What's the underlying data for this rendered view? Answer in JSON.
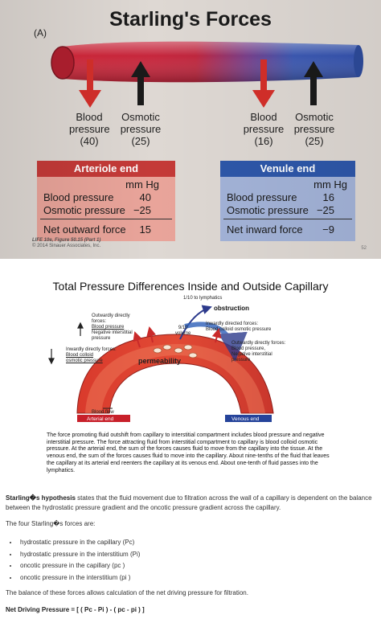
{
  "slide": {
    "title": "Starling's Forces",
    "panel": "(A)",
    "left_labels": {
      "blood": [
        "Blood",
        "pressure",
        "(40)"
      ],
      "osmotic": [
        "Osmotic",
        "pressure",
        "(25)"
      ]
    },
    "right_labels": {
      "blood": [
        "Blood",
        "pressure",
        "(16)"
      ],
      "osmotic": [
        "Osmotic",
        "pressure",
        "(25)"
      ]
    },
    "arteriole": {
      "header": "Arteriole end",
      "unit": "mm Hg",
      "rows": [
        {
          "label": "Blood pressure",
          "value": "40"
        },
        {
          "label": "Osmotic pressure",
          "value": "−25"
        }
      ],
      "net_label": "Net outward force",
      "net_value": "15",
      "color": "#e9a49a",
      "header_color": "#c43a38"
    },
    "venule": {
      "header": "Venule end",
      "unit": "mm Hg",
      "rows": [
        {
          "label": "Blood pressure",
          "value": "16"
        },
        {
          "label": "Osmotic pressure",
          "value": "−25"
        }
      ],
      "net_label": "Net inward force",
      "net_value": "−9",
      "color": "#a3b3d8",
      "header_color": "#2e57a9"
    },
    "figure_caption_1": "LIFE 10e, Figure 50.15 (Part 1)",
    "figure_caption_2": "© 2014 Sinauer Associates, Inc.",
    "page_number": "52"
  },
  "diagram": {
    "title": "Total Pressure Differences Inside and Outside Capillary",
    "lymph_label": "1/10 to lymphatics",
    "obstruction": "obstruction",
    "outward_left": [
      "Outwardly directly",
      "forces:",
      "Blood pressure",
      "Negative interstitial",
      "pressure"
    ],
    "inward_left": [
      "Inwardly directly forces:",
      "Blood colloid",
      "osmotic pressure"
    ],
    "nine_tenths": [
      "9/10",
      "volume"
    ],
    "inward_top": [
      "Inwardly directed forces:",
      "Blood colloid osmotic pressure"
    ],
    "outward_right": [
      "Outwardly directly forces:",
      "Blood pressure,",
      "Negative interstitial",
      "pressure"
    ],
    "permeability": "permeability",
    "blood_flow": "Blood flow",
    "arterial_end": "Arterial end",
    "venous_end": "Venous end",
    "caption": "The force promoting fluid outshift from capillary to interstitial compartment includes blood pressure and negative interstitial pressure. The force attracting fluid from interstitial compartment to capillary is blood colloid osmotic pressure. At the arterial end, the sum of the forces causes fluid to move from the capillary into the tissue. At the venous end, the sum of the forces causes fluid to move into the capillary. About nine-tenths of the fluid that leaves the capillary at its arterial end reenters the capillary at its venous end. About one-tenth of fluid passes into the lymphatics."
  },
  "text": {
    "hypothesis_bold": "Starling�s hypothesis",
    "hypothesis_rest": " states that the fluid movement due to filtration across the wall of a capillary is dependent on the balance between the hydrostatic pressure gradient and the oncotic pressure gradient across the capillary.",
    "four_forces_intro": "The four Starling�s forces are:",
    "forces": [
      "hydrostatic pressure in the capillary (Pc)",
      "hydrostatic pressure in the interstitium (Pi)",
      "oncotic pressure in the capillary (pc )",
      "oncotic pressure in the interstitium (pi )"
    ],
    "balance": "The balance of these forces allows calculation of the net driving pressure for filtration.",
    "ndp": "Net Driving Pressure = [ ( Pc - Pi ) - ( pc - pi ) ]"
  }
}
